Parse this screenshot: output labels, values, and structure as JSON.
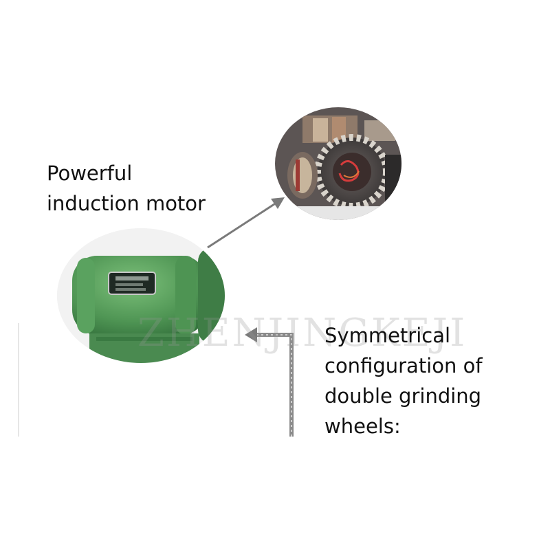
{
  "labels": {
    "motor_line1": "Powerful",
    "motor_line2": "induction motor",
    "wheels_line1": "Symmetrical",
    "wheels_line2": "configuration of",
    "wheels_line3": "double grinding",
    "wheels_line4": "wheels:"
  },
  "watermark": "ZHENJINGKEJI",
  "colors": {
    "motor_green": "#5a9a5c",
    "arrow_gray": "#7a7a7a",
    "text": "#111111"
  }
}
